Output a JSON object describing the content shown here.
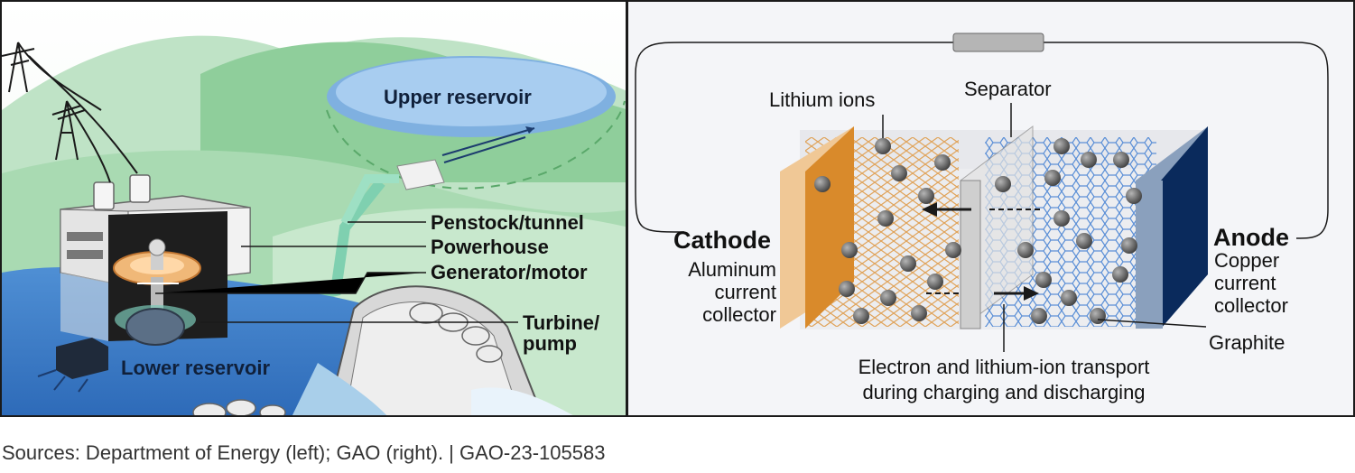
{
  "left": {
    "upper_reservoir": "Upper reservoir",
    "penstock": "Penstock/tunnel",
    "powerhouse": "Powerhouse",
    "generator": "Generator/motor",
    "turbine_line1": "Turbine/",
    "turbine_line2": "pump",
    "lower_reservoir": "Lower reservoir"
  },
  "right": {
    "lithium_ions": "Lithium ions",
    "separator": "Separator",
    "cathode": "Cathode",
    "cathode_desc": [
      "Aluminum",
      "current",
      "collector"
    ],
    "anode": "Anode",
    "anode_desc": [
      "Copper",
      "current",
      "collector"
    ],
    "graphite": "Graphite",
    "transport": [
      "Electron and lithium-ion transport",
      "during charging and discharging"
    ]
  },
  "colors": {
    "cathode": "#d98a2b",
    "anode": "#0a2a5c",
    "graphite_lattice": "#5b8fd6",
    "cathode_lattice": "#e0a35a",
    "water": "#3f7ec9"
  },
  "source": "Sources: Department of Energy (left); GAO (right).  |  GAO-23-105583"
}
